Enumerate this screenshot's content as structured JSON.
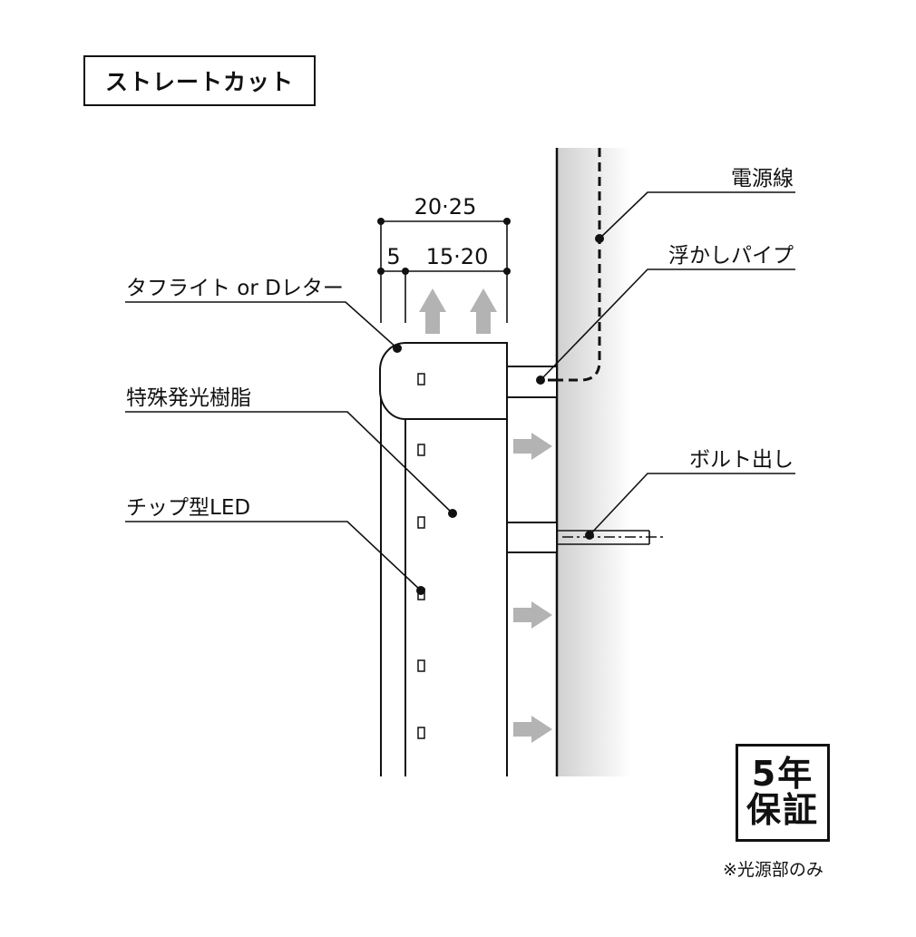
{
  "title": "ストレートカット",
  "dimensions": {
    "outer_width": "20·25",
    "inner_left": "5",
    "inner_right": "15·20"
  },
  "labels": {
    "letter": "タフライト or Dレター",
    "resin": "特殊発光樹脂",
    "led": "チップ型LED",
    "power_cable": "電源線",
    "floating_pipe": "浮かしパイプ",
    "bolt": "ボルト出し"
  },
  "warranty": {
    "line1": "5年",
    "line2": "保証",
    "note": "※光源部のみ"
  },
  "colors": {
    "line": "#111111",
    "arrow": "#b3b3b3",
    "wall_shade": "#d2d2d2"
  }
}
